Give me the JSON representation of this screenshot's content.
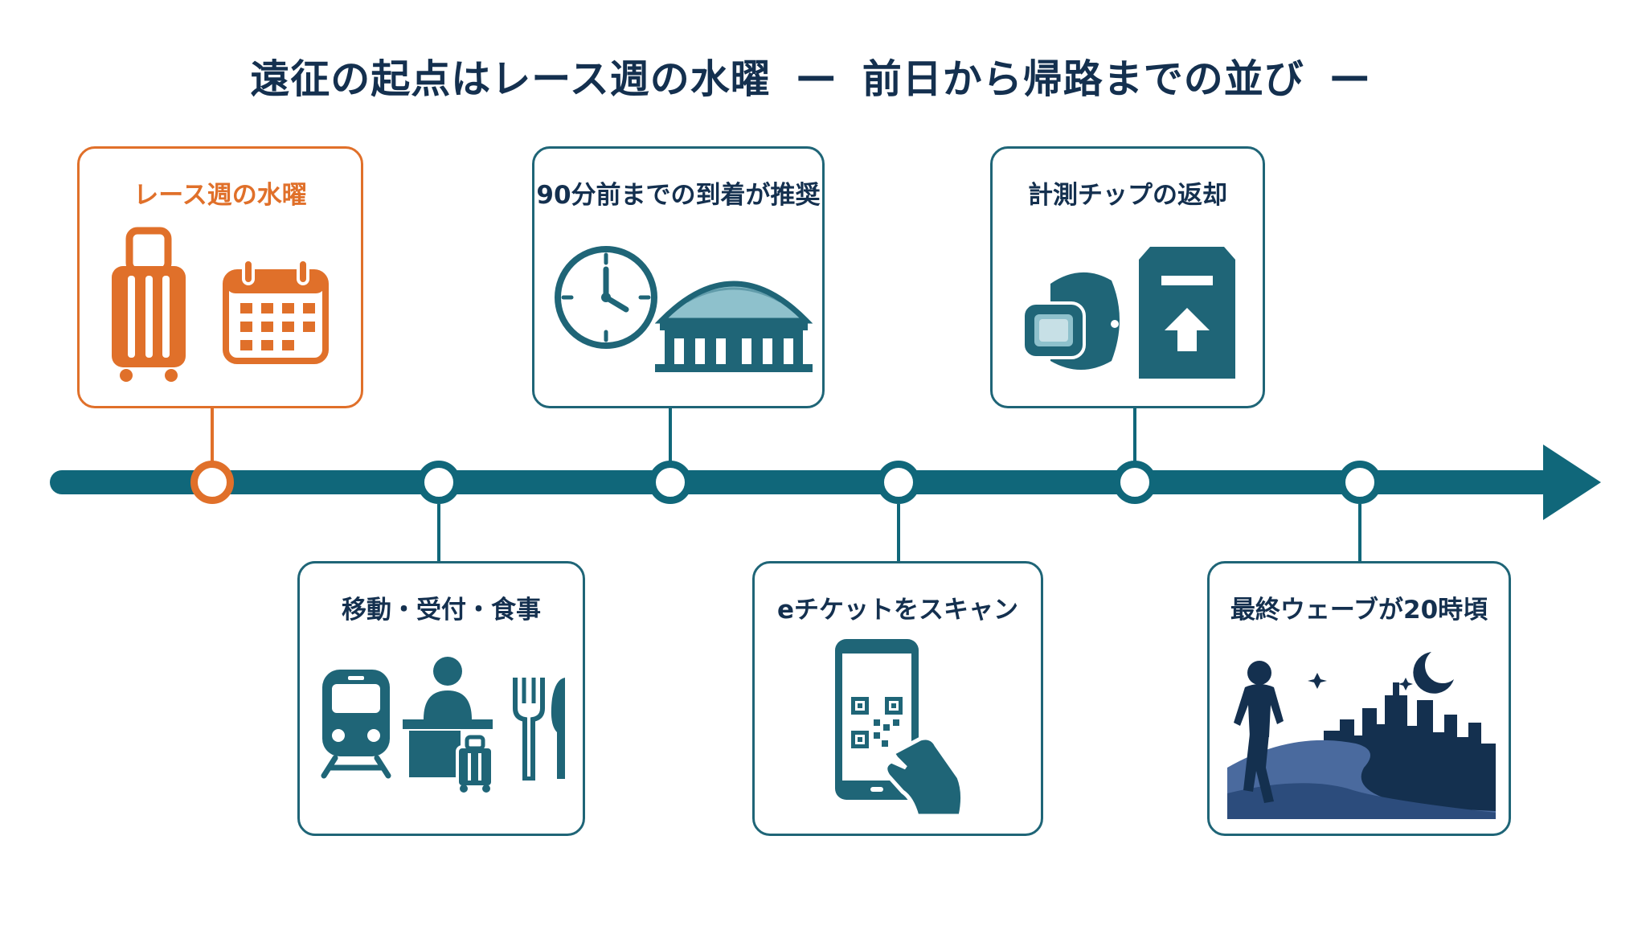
{
  "title": {
    "main": "遠征の起点はレース週の水曜",
    "dash_left": "—",
    "subtitle": "前日から帰路までの並び",
    "dash_right": "—"
  },
  "colors": {
    "accent": "#e0702a",
    "primary": "#10677a",
    "navy": "#14304f"
  },
  "steps": [
    {
      "label": "レース週の水曜",
      "icons": [
        "suitcase-icon",
        "calendar-icon"
      ],
      "highlighted": true
    },
    {
      "label": "移動・受付・食事",
      "icons": [
        "train-icon",
        "reception-desk-icon",
        "fork-knife-icon"
      ],
      "highlighted": false
    },
    {
      "label": "90分前までの到着が推奨",
      "icons": [
        "clock-icon",
        "stadium-icon"
      ],
      "highlighted": false
    },
    {
      "label": "eチケットをスキャン",
      "icons": [
        "smartphone-qr-icon"
      ],
      "highlighted": false
    },
    {
      "label": "計測チップの返却",
      "icons": [
        "wrist-chip-icon",
        "return-box-icon"
      ],
      "highlighted": false
    },
    {
      "label": "最終ウェーブが20時頃",
      "icons": [
        "night-runner-icon"
      ],
      "highlighted": false
    }
  ]
}
